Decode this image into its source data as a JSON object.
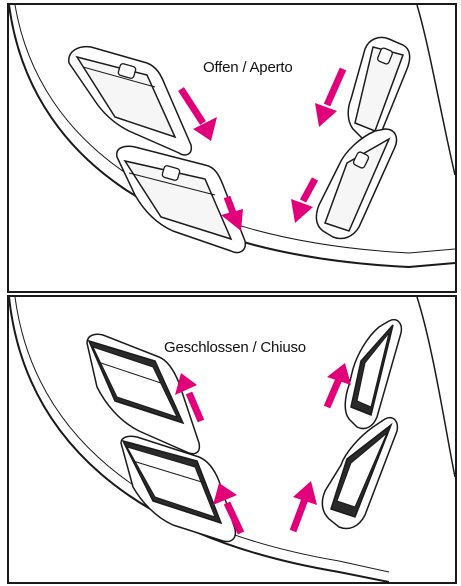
{
  "captions": {
    "open": "Offen / Aperto",
    "closed": "Geschlossen / Chiuso"
  },
  "colors": {
    "arrow": "#e2007a",
    "line": "#1a1a1a",
    "background": "#ffffff"
  },
  "state": {
    "open": "vents-open-arrows-down",
    "closed": "vents-closed-arrows-up"
  }
}
